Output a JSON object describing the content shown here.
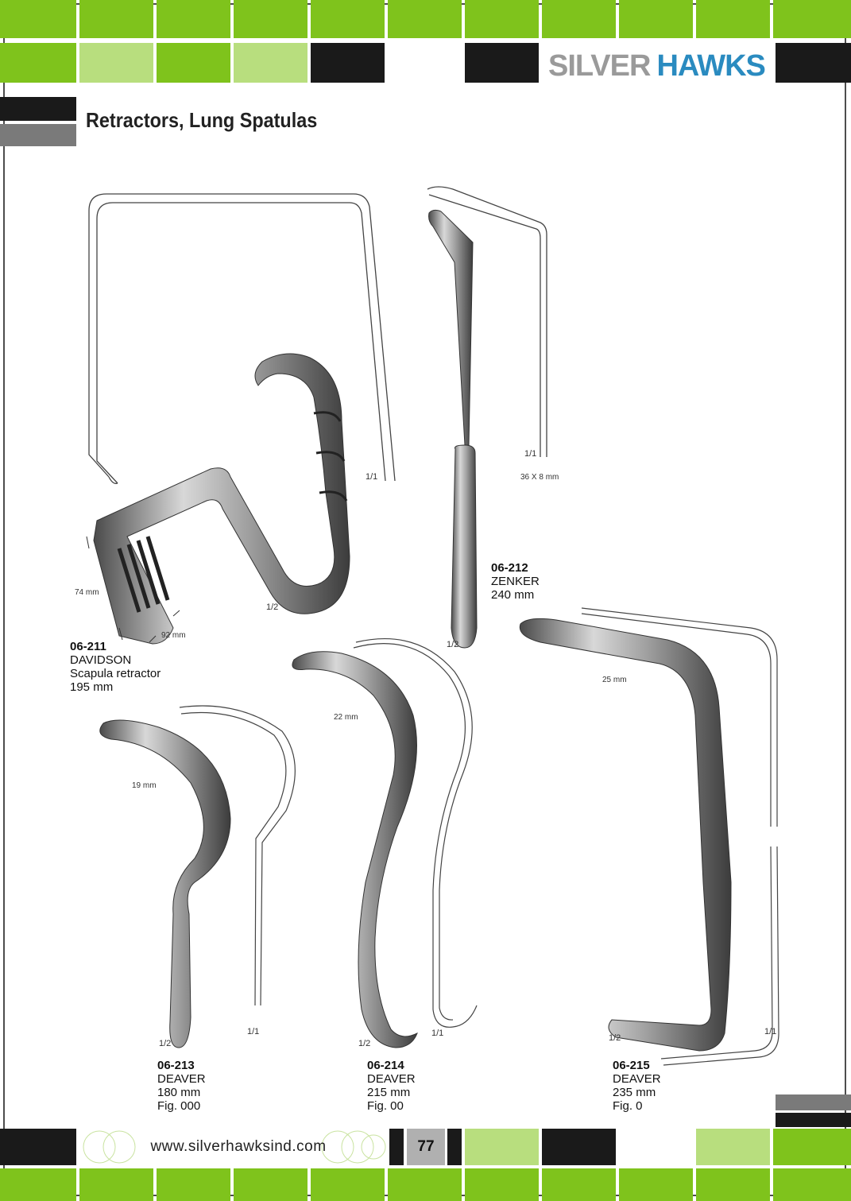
{
  "brand": {
    "part1": "SILVER",
    "part2": "HAWKS"
  },
  "title": "Retractors, Lung Spatulas",
  "products": [
    {
      "code": "06-211",
      "name": "DAVIDSON",
      "desc": "Scapula retractor",
      "size": "195 mm"
    },
    {
      "code": "06-212",
      "name": "ZENKER",
      "size": "240 mm"
    },
    {
      "code": "06-213",
      "name": "DEAVER",
      "size": "180 mm",
      "fig": "Fig. 000"
    },
    {
      "code": "06-214",
      "name": "DEAVER",
      "size": "215 mm",
      "fig": "Fig. 00"
    },
    {
      "code": "06-215",
      "name": "DEAVER",
      "size": "235 mm",
      "fig": "Fig. 0"
    }
  ],
  "dimensions": {
    "d74": "74 mm",
    "d92": "92 mm",
    "d36x8": "36 X 8 mm",
    "d25": "25 mm",
    "d22": "22 mm",
    "d19": "19 mm"
  },
  "scales": {
    "full": "1/1",
    "half": "1/2"
  },
  "footer": {
    "url": "www.silverhawksind.com",
    "page": "77"
  },
  "colors": {
    "green_dark": "#7fc31c",
    "green_light": "#b8de7e",
    "black": "#1a1a1a",
    "gray": "#7a7a7a"
  }
}
